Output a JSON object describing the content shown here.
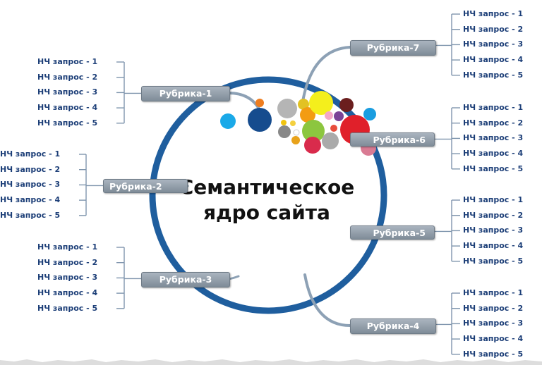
{
  "center": {
    "line1": "Семантическое",
    "line2": "ядро сайта"
  },
  "rubrics": [
    {
      "label": "Рубрика-1",
      "leaves": [
        "НЧ запрос - 1",
        "НЧ запрос - 2",
        "НЧ запрос - 3",
        "НЧ запрос - 4",
        "НЧ запрос - 5"
      ]
    },
    {
      "label": "Рубрика-2",
      "leaves": [
        "НЧ запрос - 1",
        "НЧ запрос - 2",
        "НЧ запрос - 3",
        "НЧ запрос - 4",
        "НЧ запрос - 5"
      ]
    },
    {
      "label": "Рубрика-3",
      "leaves": [
        "НЧ запрос - 1",
        "НЧ запрос - 2",
        "НЧ запрос - 3",
        "НЧ запрос - 4",
        "НЧ запрос - 5"
      ]
    },
    {
      "label": "Рубрика-4",
      "leaves": [
        "НЧ запрос - 1",
        "НЧ запрос - 2",
        "НЧ запрос - 3",
        "НЧ запрос - 4",
        "НЧ запрос - 5"
      ]
    },
    {
      "label": "Рубрика-5",
      "leaves": [
        "НЧ запрос - 1",
        "НЧ запрос - 2",
        "НЧ запрос - 3",
        "НЧ запрос - 4",
        "НЧ запрос - 5"
      ]
    },
    {
      "label": "Рубрика-6",
      "leaves": [
        "НЧ запрос - 1",
        "НЧ запрос - 2",
        "НЧ запрос - 3",
        "НЧ запрос - 4",
        "НЧ запрос - 5"
      ]
    },
    {
      "label": "Рубрика-7",
      "leaves": [
        "НЧ запрос - 1",
        "НЧ запрос - 2",
        "НЧ запрос - 3",
        "НЧ запрос - 4",
        "НЧ запрос - 5"
      ]
    }
  ],
  "colors": {
    "ring": "#1f5e9e",
    "node_fill": "#8e9aa6",
    "leaf_text": "#1d3f78",
    "connector": "#7f95ad"
  }
}
